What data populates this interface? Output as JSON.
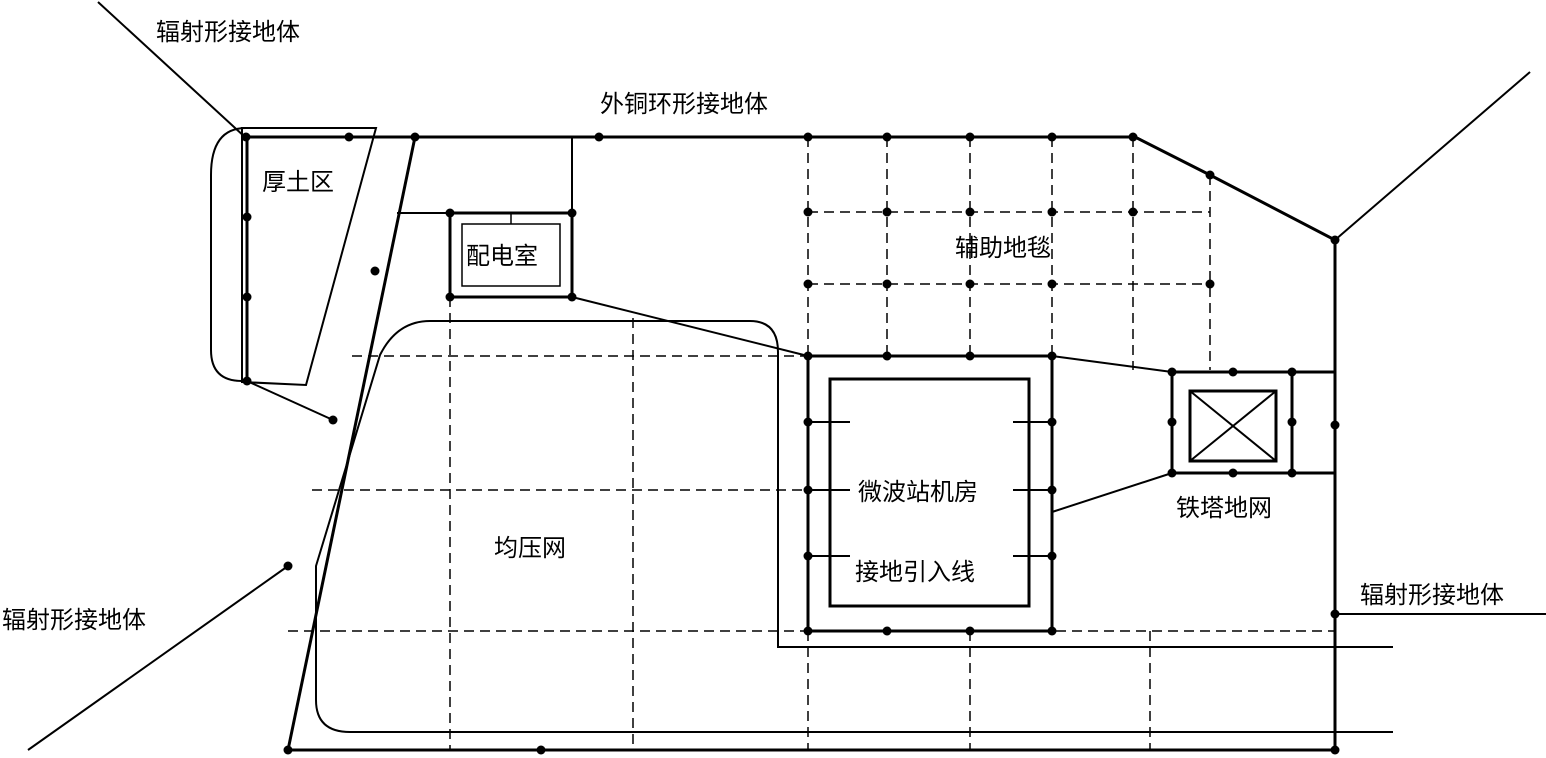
{
  "diagram": {
    "labels": {
      "radial_top_left": "辐射形接地体",
      "outer_ring": "外铜环形接地体",
      "thick_soil": "厚土区",
      "power_room": "配电室",
      "aux_mat": "辅助地毯",
      "equipotential_grid": "均压网",
      "equipment_room": "微波站机房",
      "ground_lead": "接地引入线",
      "tower_grid": "铁塔地网",
      "radial_left": "辐射形接地体",
      "radial_right": "辐射形接地体"
    },
    "colors": {
      "line": "#000000",
      "background": "#ffffff"
    }
  }
}
